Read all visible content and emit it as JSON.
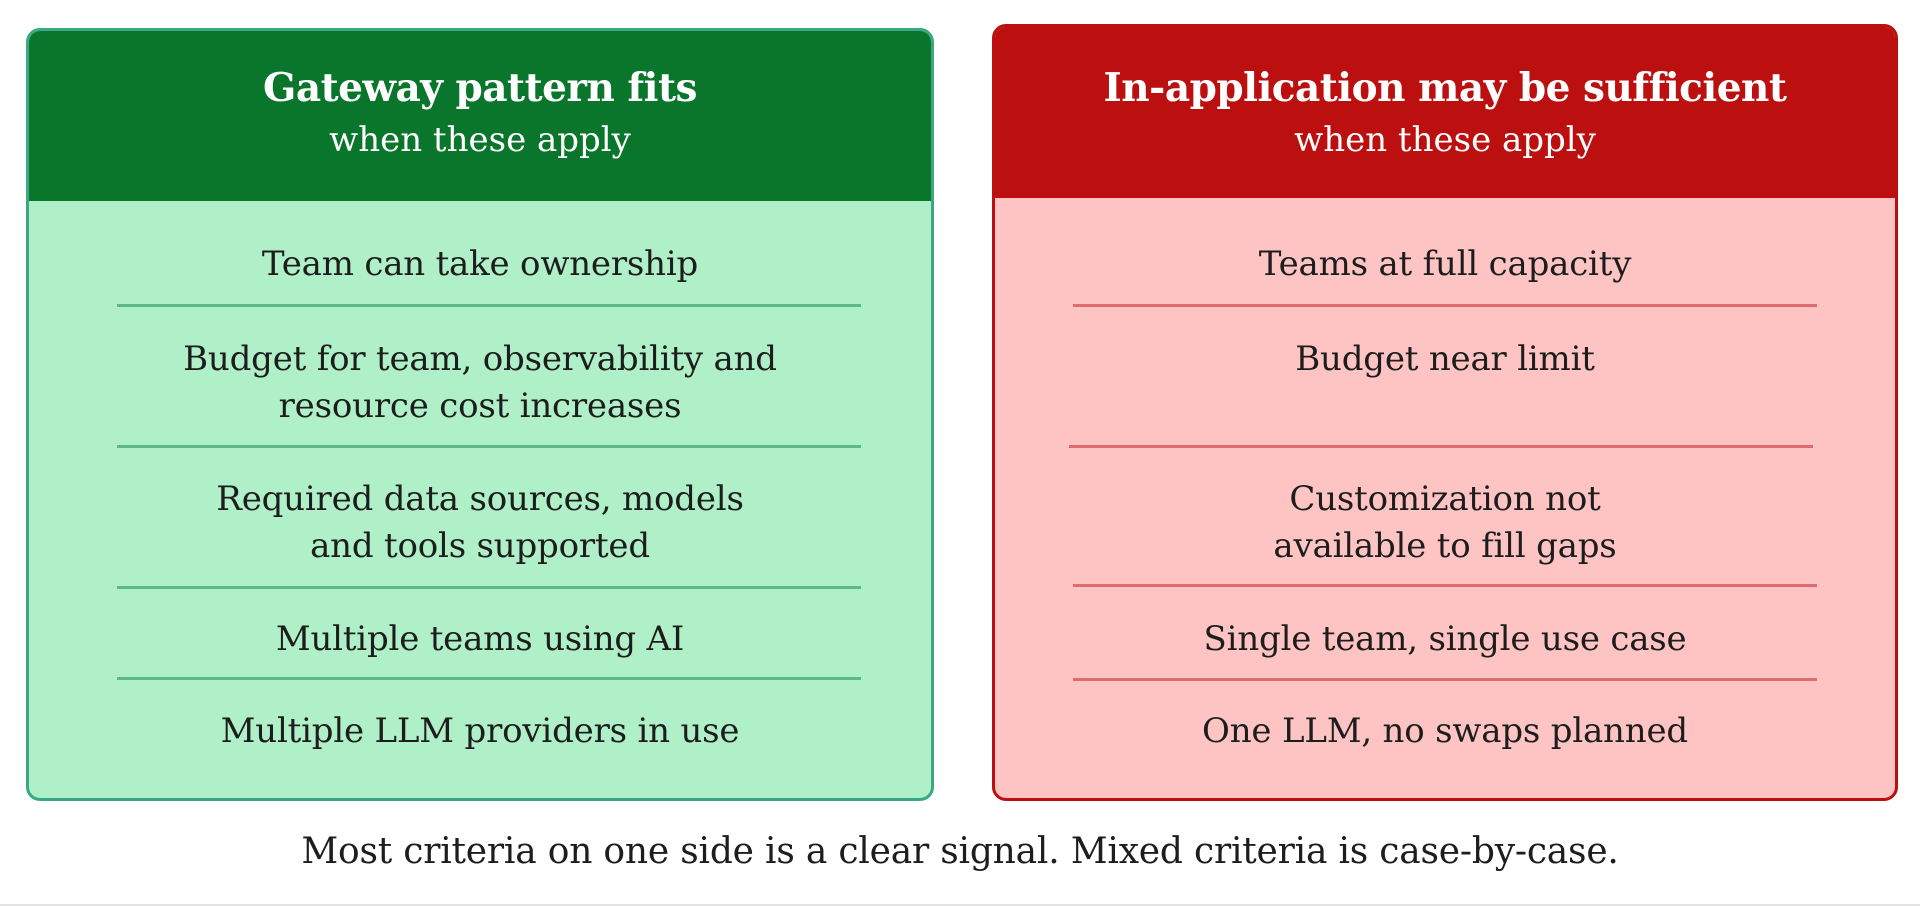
{
  "left_panel": {
    "title": "Gateway pattern fits",
    "subtitle": "when these apply",
    "items": [
      "Team can take ownership",
      "Budget for team, observability and\nresource cost increases",
      "Required data sources, models\nand tools supported",
      "Multiple teams using AI",
      "Multiple LLM providers in use"
    ]
  },
  "right_panel": {
    "title": "In-application may be sufficient",
    "subtitle": "when these apply",
    "items": [
      "Teams at full capacity",
      "Budget near limit",
      "Customization not\navailable to fill gaps",
      "Single team, single use case",
      "One LLM, no swaps planned"
    ]
  },
  "footer": "Most criteria on one side is a clear signal. Mixed criteria is case-by-case.",
  "colors": {
    "left_header": "#09762b",
    "left_body": "#aff0c8",
    "left_border": "#3aa882",
    "right_header": "#bc0f0f",
    "right_body": "#fec4c4"
  }
}
